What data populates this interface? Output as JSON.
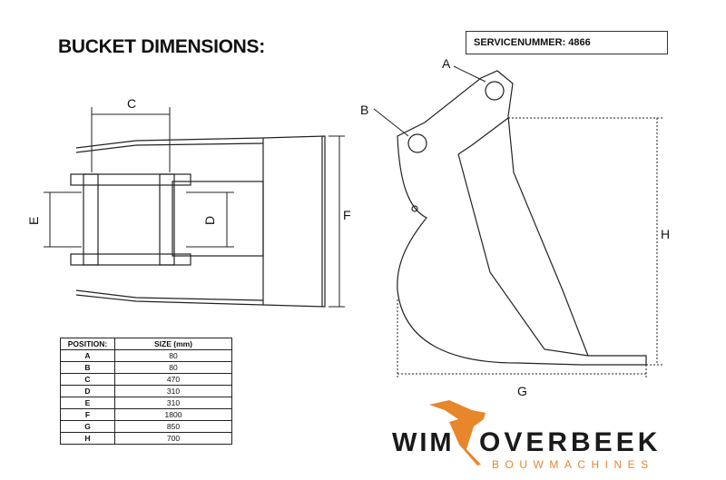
{
  "title": "BUCKET DIMENSIONS:",
  "service": "SERVICENUMMER: 4866",
  "table": {
    "headers": [
      "POSITION:",
      "SIZE (mm)"
    ],
    "rows": [
      [
        "A",
        "80"
      ],
      [
        "B",
        "80"
      ],
      [
        "C",
        "470"
      ],
      [
        "D",
        "310"
      ],
      [
        "E",
        "310"
      ],
      [
        "F",
        "1800"
      ],
      [
        "G",
        "850"
      ],
      [
        "H",
        "700"
      ]
    ]
  },
  "labels": {
    "a": "A",
    "b": "B",
    "c": "C",
    "d": "D",
    "e": "E",
    "f": "F",
    "g": "G",
    "h": "H"
  },
  "logo": {
    "wim": "WIM",
    "overbeek": "OVERBEEK",
    "sub": "BOUWMACHINES",
    "accent": "#e8862a"
  }
}
